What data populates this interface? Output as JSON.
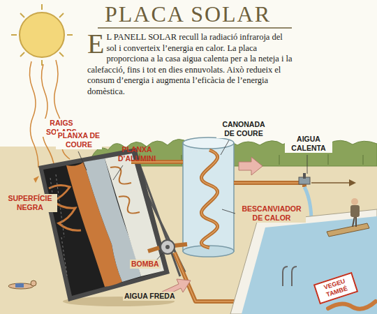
{
  "diagram": {
    "title": "PLACA SOLAR",
    "caption": "EL PANELL SOLAR recull la radiació infraroja del sol i converteix l’energia en calor. La placa proporciona a la casa aigua calenta per a la neteja i la calefacció, fins i tot en dies ennuvolats. Això redueix el consum d’energia i augmenta l’eficàcia de l’energia domèstica.",
    "nodes": [
      {
        "text": [
          "VEGEU TAMBÉ"
        ]
      }
    ],
    "labels": [
      "RAIGS SOLARS",
      "PLANXA DE COURE",
      "PLANXA D’ALUMINI",
      "CANONADA DE COURE",
      "AIGUA CALENTA",
      "SUPERFÍCIE NEGRA",
      "BESCANVIADOR DE CALOR",
      "BOMBA",
      "AIGUA FREDA"
    ]
  }
}
